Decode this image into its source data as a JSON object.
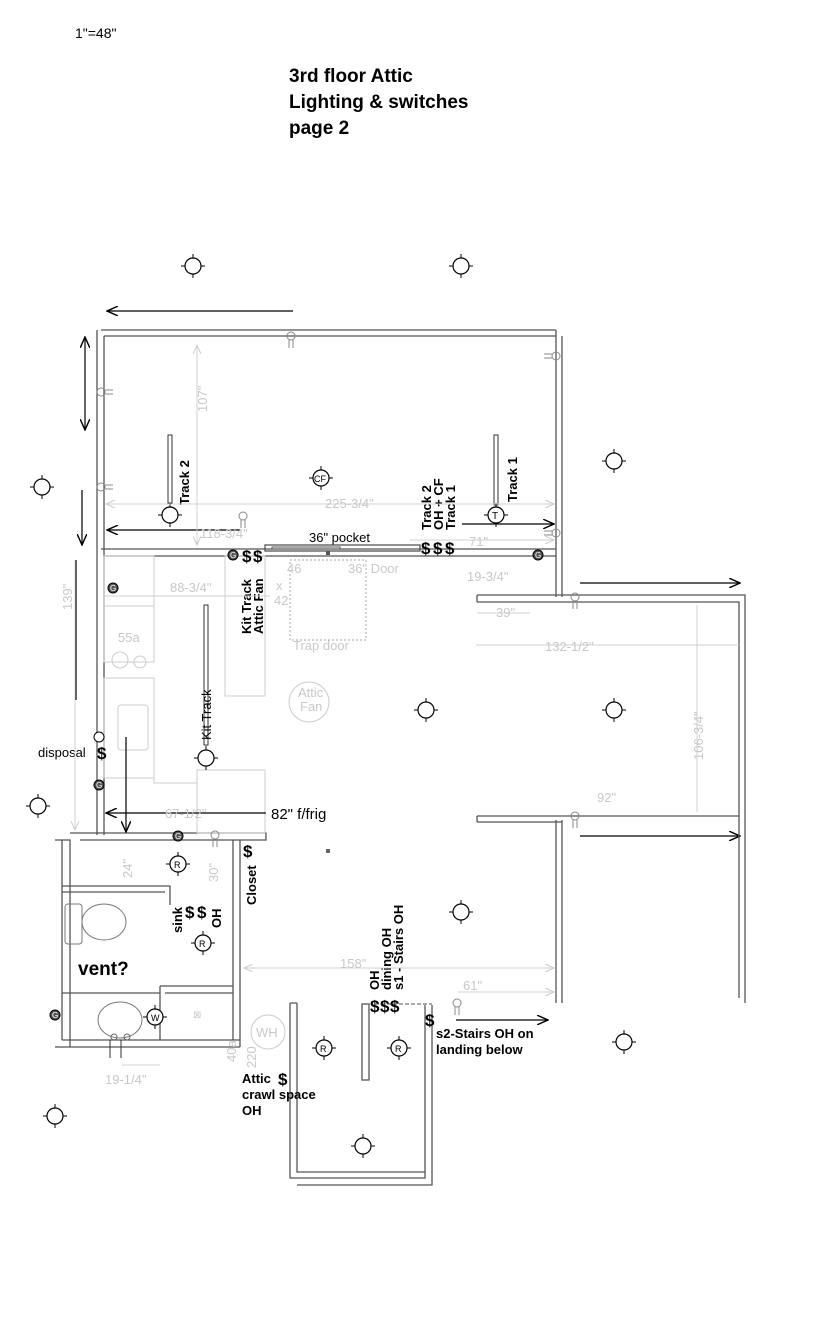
{
  "scale": "1\"=48\"",
  "title": {
    "line1": "3rd floor Attic",
    "line2": "Lighting & switches",
    "line3": "page 2"
  },
  "labels": {
    "track2": "Track 2",
    "track1": "Track 1",
    "switch_group_track2": "Track 2",
    "switch_group_ohcf": "OH + CF",
    "switch_group_track1": "Track 1",
    "kit_track_sw": "Kit Track",
    "attic_fan_sw": "Attic Fan",
    "pocket": "36\" pocket",
    "kit_track": "Kit Track",
    "disposal": "disposal",
    "frig": "82\" f/frig",
    "closet": "Closet",
    "sink": "sink",
    "oh": "OH",
    "vent": "vent?",
    "oh_stairs": "OH",
    "dining_oh": "dining OH",
    "s1_stairs": "s1 - Stairs OH",
    "s2_line1": "s2-Stairs OH on",
    "s2_line2": "landing below",
    "attic_crawl_1": "Attic",
    "attic_crawl_2": "crawl space",
    "attic_crawl_3": "OH",
    "switch_symbol": "$"
  },
  "fixtures": {
    "cf": "CF",
    "t": "T",
    "r": "R",
    "w": "W",
    "g": "G",
    "wh": "WH",
    "attic_fan_1": "Attic",
    "attic_fan_2": "Fan"
  },
  "dimensions": {
    "d107": "107\"",
    "d225": "225-3/4\"",
    "d118": "118-3/4\"",
    "d71": "71\"",
    "d19_34": "19-3/4\"",
    "d39": "39\"",
    "d46": "46",
    "door36": "36\" Door",
    "x42": "x",
    "d42": "42",
    "d88": "88-3/4\"",
    "d139": "139\"",
    "r55a": "55a",
    "trap": "Trap door",
    "d132": "132-1/2\"",
    "d106": "106-3/4\"",
    "d92": "92\"",
    "d67": "67-1/2\"",
    "d24": "24\"",
    "d30": "30\"",
    "d158": "158\"",
    "d61": "61\"",
    "d19_14": "19-1/4\"",
    "r40a": "40a",
    "r220": "220"
  }
}
